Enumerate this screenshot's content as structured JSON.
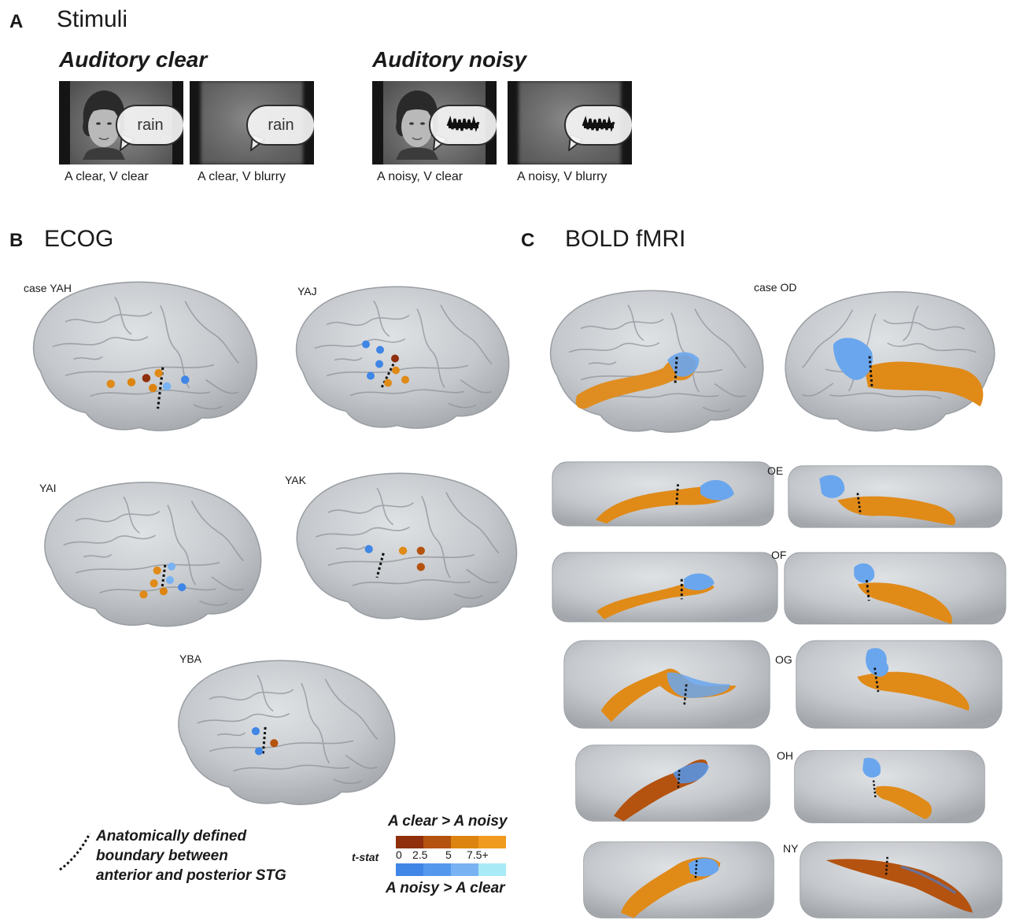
{
  "panel_a": {
    "letter": "A",
    "title": "Stimuli",
    "clear_heading": "Auditory clear",
    "noisy_heading": "Auditory noisy",
    "bubble_word": "rain",
    "captions": [
      "A clear, V clear",
      "A clear, V blurry",
      "A noisy, V clear",
      "A noisy, V blurry"
    ]
  },
  "panel_b": {
    "letter": "B",
    "title": "ECOG",
    "cases": [
      "case YAH",
      "YAJ",
      "YAI",
      "YAK",
      "YBA"
    ]
  },
  "panel_c": {
    "letter": "C",
    "title": "BOLD fMRI",
    "cases": [
      "case OD",
      "OE",
      "OF",
      "OG",
      "OH",
      "NY"
    ]
  },
  "legend": {
    "top_label": "A clear > A noisy",
    "bottom_label": "A noisy > A clear",
    "axis_label": "t-stat",
    "ticks": [
      "0",
      "2.5",
      "5",
      "7.5+"
    ],
    "warm_colors": [
      "#8f2f0c",
      "#b4520f",
      "#dc840f",
      "#f09a1f"
    ],
    "cool_colors": [
      "#3f86e6",
      "#5498ee",
      "#78b2f2",
      "#a8eaf5"
    ]
  },
  "boundary_note": {
    "lines": [
      "Anatomically defined",
      "boundary between",
      "anterior and posterior STG"
    ]
  },
  "colors": {
    "brain_fill": "#c9ccd0",
    "warm_activation": "#e08a18",
    "cool_activation": "#6aa6ee"
  }
}
